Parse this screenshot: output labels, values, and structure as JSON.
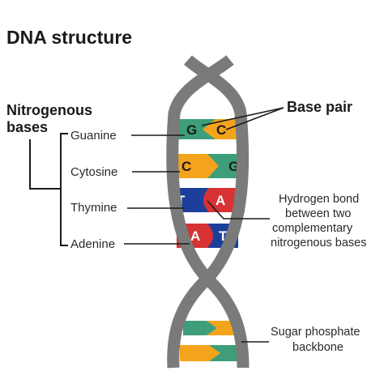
{
  "title": "DNA structure",
  "groups": {
    "nitrogenous_bases": [
      "Nitrogenous",
      "bases"
    ],
    "base_pair": "Base pair"
  },
  "bases": {
    "guanine": "Guanine",
    "cytosine": "Cytosine",
    "thymine": "Thymine",
    "adenine": "Adenine"
  },
  "pairs": [
    {
      "left": "G",
      "right": "C"
    },
    {
      "left": "C",
      "right": "G"
    },
    {
      "left": "T",
      "right": "A"
    },
    {
      "left": "A",
      "right": "T"
    }
  ],
  "notes": {
    "hydrogen_bond": [
      "Hydrogen bond",
      "between two",
      "complementary",
      "nitrogenous bases"
    ],
    "backbone": [
      "Sugar phosphate",
      "backbone"
    ]
  },
  "colors": {
    "backbone": "#7a7a7a",
    "guanine": "#3e9e7a",
    "cytosine": "#f4a41c",
    "thymine": "#1c3f9c",
    "adenine": "#d73234"
  }
}
